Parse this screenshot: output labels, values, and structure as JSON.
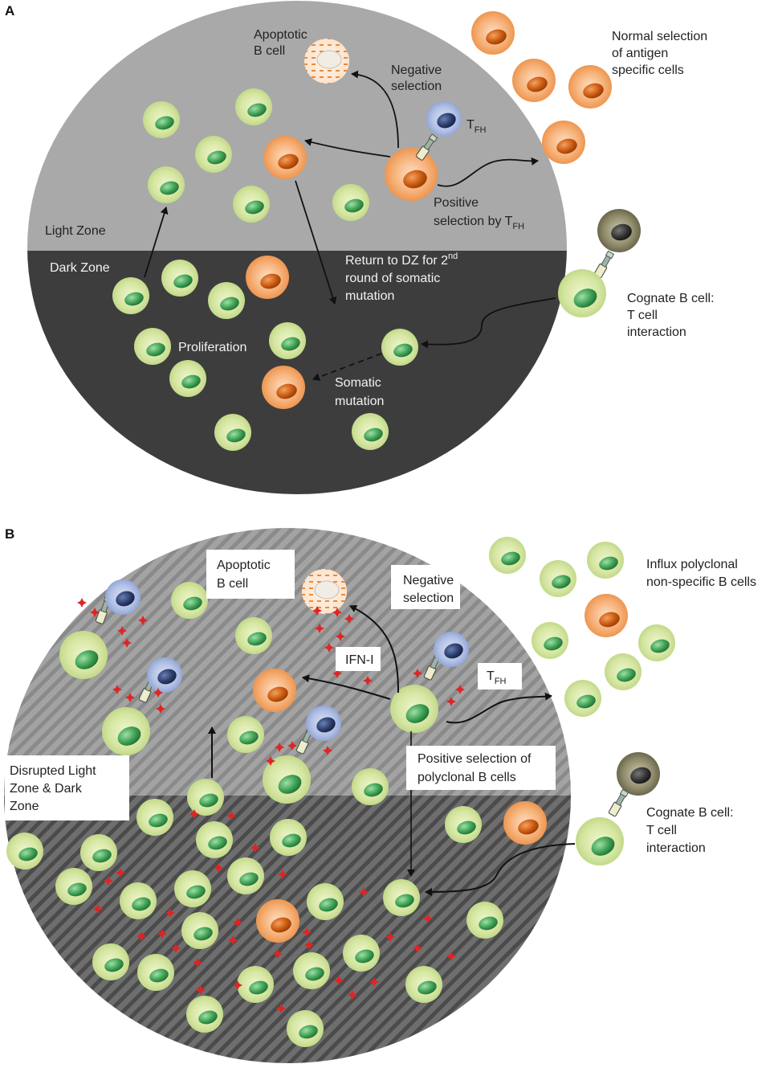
{
  "colors": {
    "light_zone": "#a9a9a9",
    "dark_zone": "#3d3d3d",
    "green_cell": "#d7e7a6",
    "green_nucleus": "#3a9a4f",
    "orange_cell": "#f3a96c",
    "orange_nucleus": "#c75a12",
    "tfh_cell": "#a9b8de",
    "tfh_nucleus": "#2c3d6c",
    "cognate_t_cell": "#6e6b4e",
    "ifn_marker": "#e02424"
  },
  "panel_a": {
    "letter": "A",
    "light_zone": "Light Zone",
    "dark_zone": "Dark Zone",
    "apoptotic": [
      "Apoptotic",
      "B cell"
    ],
    "negative_selection": [
      "Negative",
      "selection"
    ],
    "tfh": {
      "main": "T",
      "sub": "FH"
    },
    "positive_selection": {
      "line1": "Positive",
      "line2_main": "selection by T",
      "line2_sub": "FH"
    },
    "normal_selection": [
      "Normal selection",
      "of antigen",
      "specific cells"
    ],
    "return_dz": {
      "line1_main": "Return to DZ for 2",
      "line1_sup": "nd",
      "line2": "round of somatic",
      "line3": "mutation"
    },
    "proliferation": "Proliferation",
    "somatic_mutation": [
      "Somatic",
      "mutation"
    ],
    "cognate": [
      "Cognate B cell:",
      "T cell",
      "interaction"
    ]
  },
  "panel_b": {
    "letter": "B",
    "apoptotic": [
      "Apoptotic",
      "B cell"
    ],
    "negative_selection": [
      "Negative",
      "selection"
    ],
    "ifn": "IFN-I",
    "tfh": {
      "main": "T",
      "sub": "FH"
    },
    "influx": [
      "Influx polyclonal",
      "non-specific B cells"
    ],
    "disrupted": [
      "Disrupted Light",
      "Zone & Dark",
      "Zone"
    ],
    "positive_polyclonal": [
      "Positive selection of",
      "polyclonal B cells"
    ],
    "cognate": [
      "Cognate B cell:",
      "T cell",
      "interaction"
    ]
  }
}
